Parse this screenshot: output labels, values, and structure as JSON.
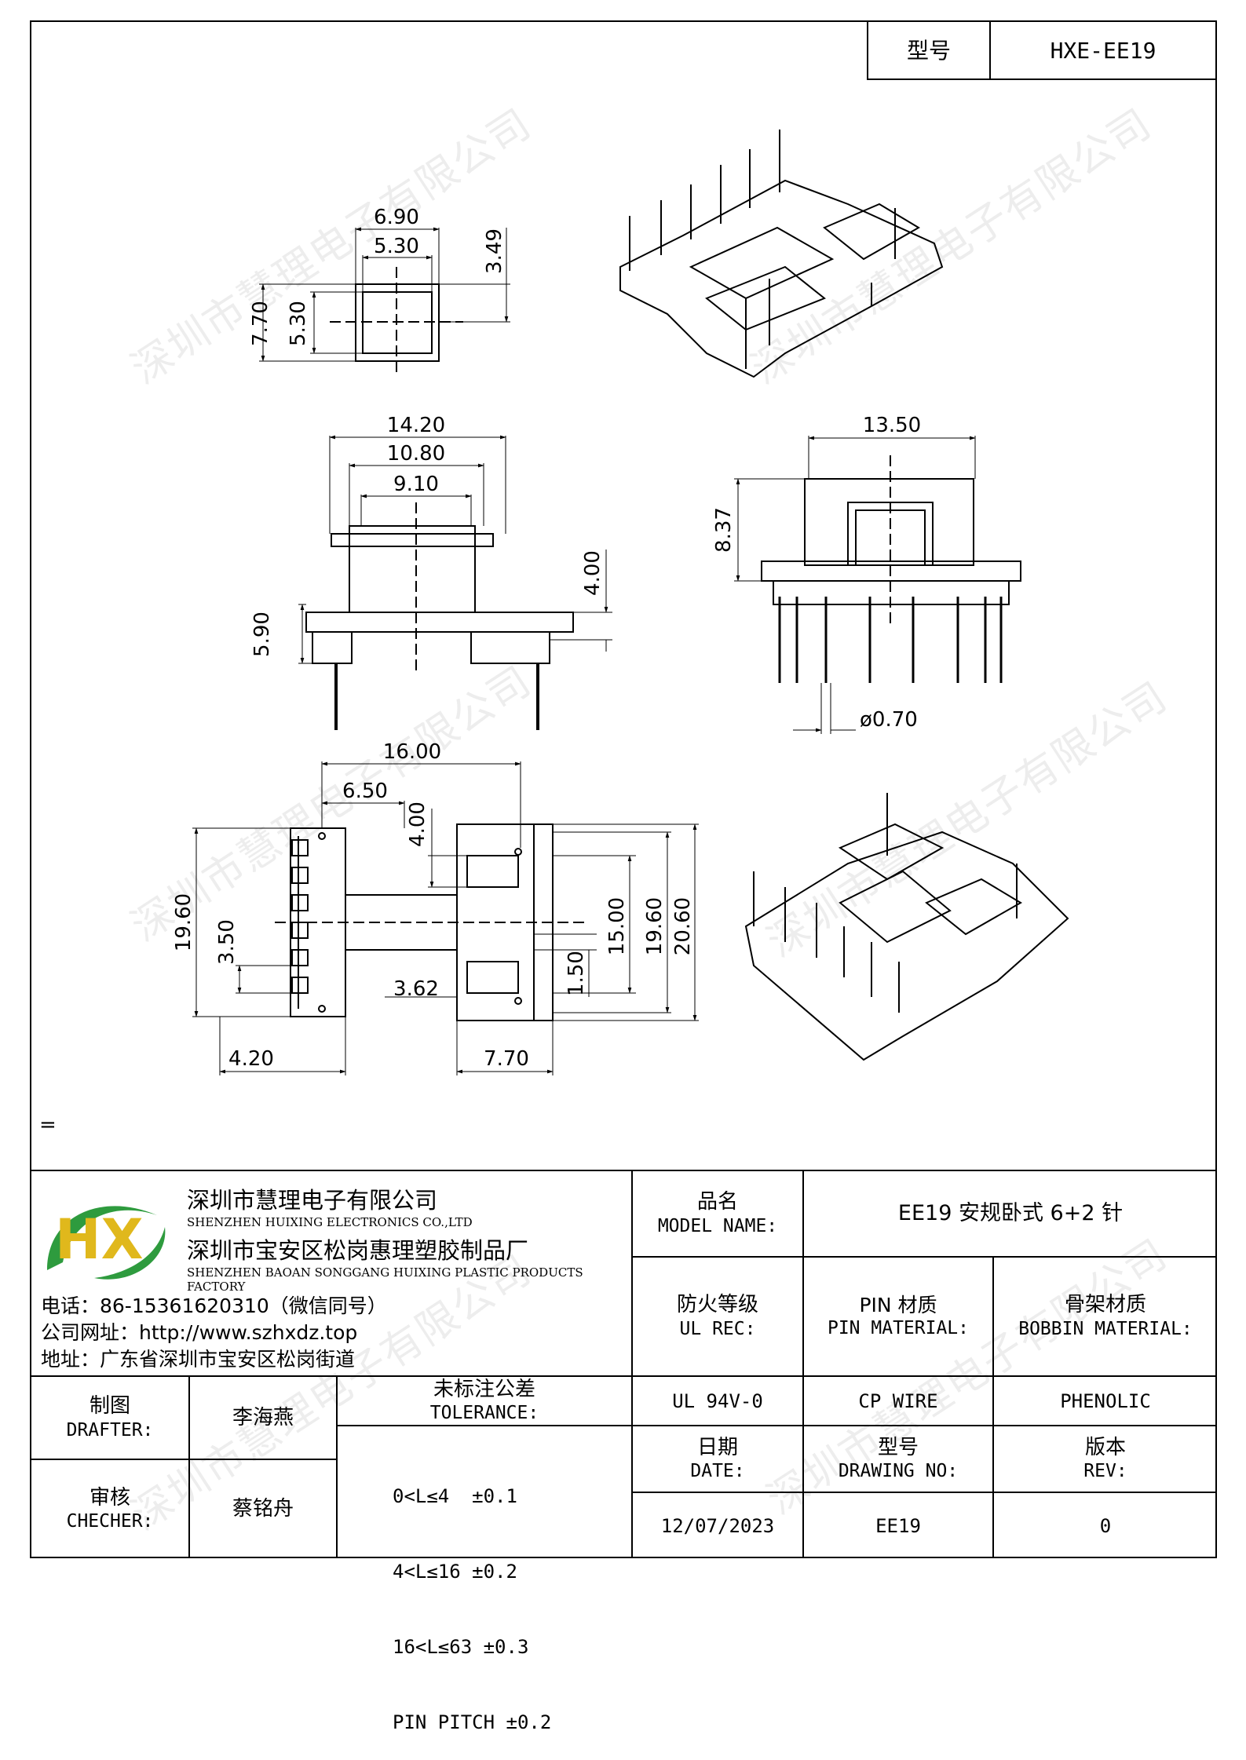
{
  "header": {
    "model_label": "型号",
    "model_value": "HXE-EE19"
  },
  "drawing": {
    "dims": {
      "d690": "6.90",
      "d530a": "5.30",
      "d349": "3.49",
      "d770a": "7.70",
      "d530b": "5.30",
      "d1420": "14.20",
      "d1080": "10.80",
      "d910": "9.10",
      "d400a": "4.00",
      "d590": "5.90",
      "d1350": "13.50",
      "d837": "8.37",
      "d070": "ø0.70",
      "d1600": "16.00",
      "d650": "6.50",
      "d400b": "4.00",
      "d1960a": "19.60",
      "d350": "3.50",
      "d362": "3.62",
      "d150": "1.50",
      "d1500": "15.00",
      "d1960b": "19.60",
      "d2060": "20.60",
      "d420": "4.20",
      "d770b": "7.70"
    },
    "marker": "="
  },
  "watermark": "深圳市慧理电子有限公司",
  "company": {
    "logo_text": "HX",
    "name_cn": "深圳市慧理电子有限公司",
    "name_en": "SHENZHEN HUIXING ELECTRONICS CO.,LTD",
    "factory_cn": "深圳市宝安区松岗惠理塑胶制品厂",
    "factory_en": "SHENZHEN BAOAN SONGGANG HUIXING PLASTIC PRODUCTS FACTORY",
    "phone": "电话：86-15361620310（微信同号）",
    "website": "公司网址：http://www.szhxdz.top",
    "address": "地址：广东省深圳市宝安区松岗街道"
  },
  "titleblock": {
    "model_name_cn": "品名",
    "model_name_en": "MODEL NAME:",
    "model_name_value": "EE19  安规卧式 6+2 针",
    "ul_cn": "防火等级",
    "ul_en": "UL REC:",
    "pin_cn": "PIN 材质",
    "pin_en": "PIN MATERIAL:",
    "bobbin_cn": "骨架材质",
    "bobbin_en": "BOBBIN MATERIAL:",
    "ul_value": "UL 94V-0",
    "pin_value": "CP WIRE",
    "bobbin_value": "PHENOLIC",
    "date_cn": "日期",
    "date_en": "DATE:",
    "dwg_cn": "型号",
    "dwg_en": "DRAWING NO:",
    "rev_cn": "版本",
    "rev_en": "REV:",
    "date_value": "12/07/2023",
    "dwg_value": "EE19",
    "rev_value": "0",
    "drafter_cn": "制图",
    "drafter_en": "DRAFTER:",
    "drafter_name": "李海燕",
    "checker_cn": "审核",
    "checker_en": "CHECHER:",
    "checker_name": "蔡铭舟",
    "tol_cn": "未标注公差",
    "tol_en": "TOLERANCE:",
    "tol_lines": [
      "0<L≤4  ±0.1",
      "4<L≤16 ±0.2",
      "16<L≤63 ±0.3",
      "PIN PITCH ±0.2"
    ]
  }
}
